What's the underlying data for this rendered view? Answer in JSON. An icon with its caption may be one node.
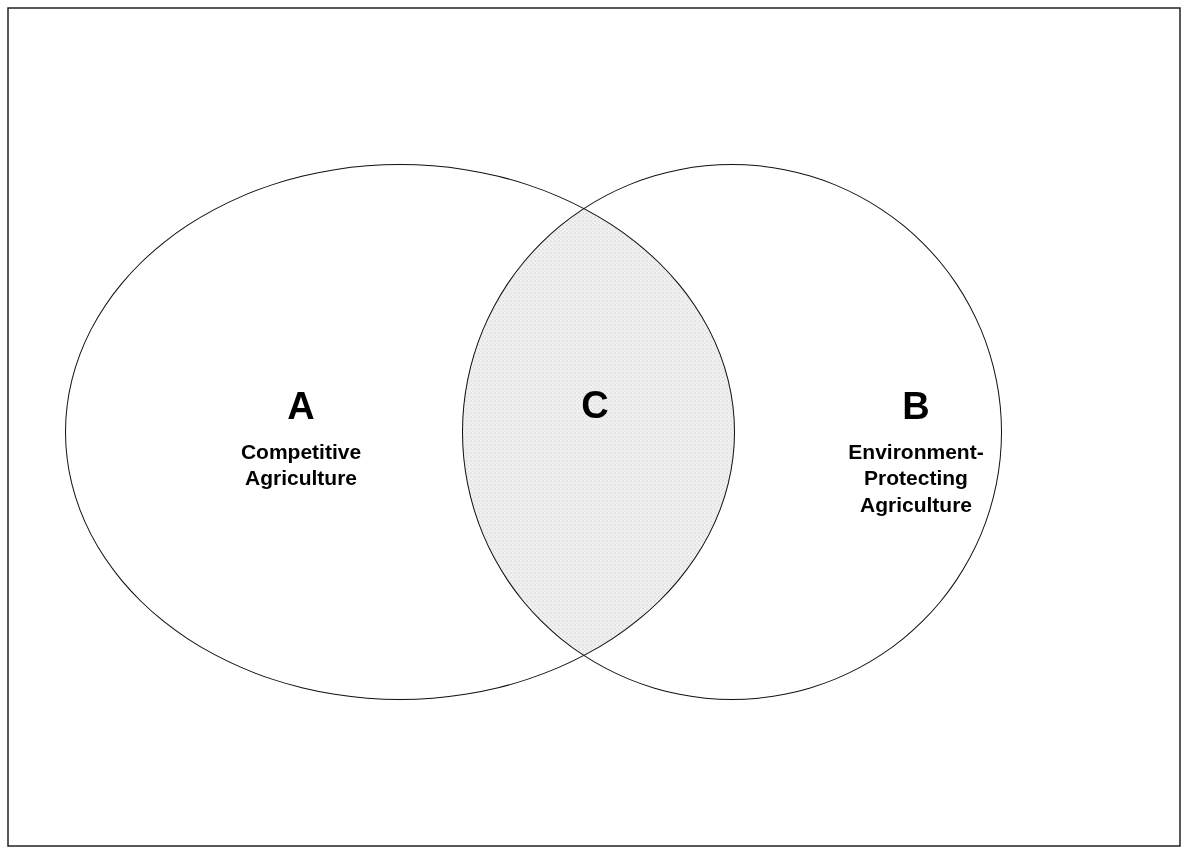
{
  "diagram": {
    "nodes": [
      {
        "text": [
          "A",
          "Competitive Agriculture"
        ]
      },
      {
        "text": [
          "C"
        ]
      },
      {
        "text": [
          "B",
          "Environment-Protecting Agriculture"
        ]
      }
    ]
  }
}
